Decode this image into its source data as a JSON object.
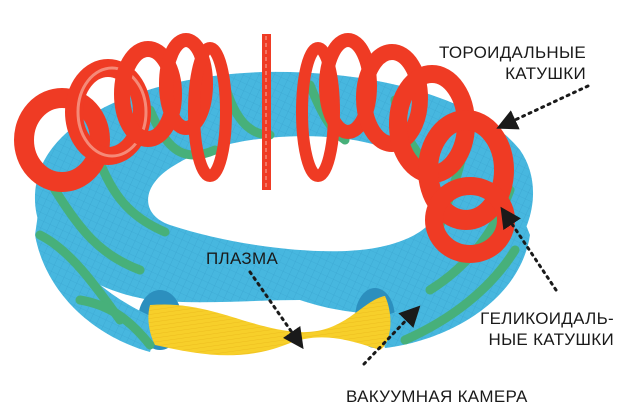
{
  "diagram": {
    "labels": {
      "toroidal_coils": [
        "ТОРОИДАЛЬНЫЕ",
        "КАТУШКИ"
      ],
      "plasma": "ПЛАЗМА",
      "helical_coils": [
        "ГЕЛИКОИДАЛЬ-",
        "НЫЕ КАТУШКИ"
      ],
      "vacuum_chamber": "ВАКУУМНАЯ КАМЕРА"
    },
    "colors": {
      "toroidal_coil": "#ef3b24",
      "toroidal_coil_edge": "#f58a78",
      "vacuum_chamber": "#47b7df",
      "vacuum_chamber_dark": "#2c8fbe",
      "helical_coil": "#47b07a",
      "plasma": "#f7cf2a",
      "plasma_dark": "#e3a80f",
      "pointer": "#1a1a1a"
    }
  }
}
